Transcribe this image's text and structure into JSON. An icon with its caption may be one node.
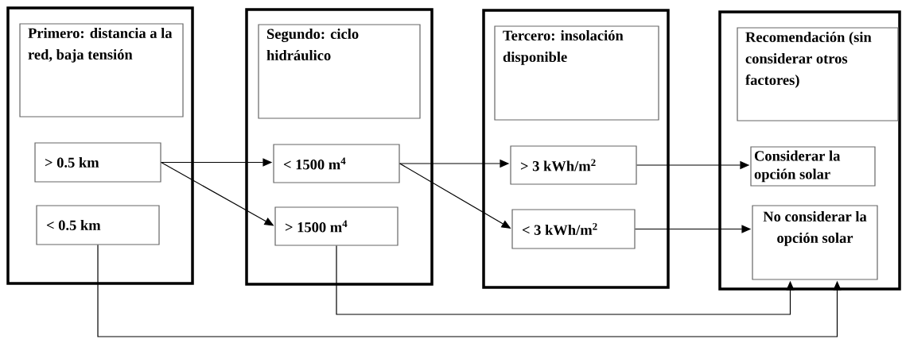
{
  "diagram": {
    "nodes": [
      {
        "text": [],
        "shape": "box"
      },
      {
        "text": [
          "Primero: distancia a la red, baja tensión"
        ],
        "in": 0
      },
      {
        "text": [
          "> 0.5 km"
        ],
        "in": 0
      },
      {
        "text": [
          "< 0.5 km"
        ],
        "in": 0
      },
      {
        "text": [],
        "shape": "box"
      },
      {
        "text": [
          "Segundo: ciclo hidráulico"
        ],
        "in": 4
      },
      {
        "text": [
          "< 1500 m$^{4}$"
        ],
        "in": 4
      },
      {
        "text": [
          "> 1500 m$^{4}$"
        ],
        "in": 4
      },
      {
        "text": [],
        "shape": "box"
      },
      {
        "text": [
          "Tercero: insolación disponible"
        ],
        "in": 8
      },
      {
        "text": [
          "> 3 kWh/m$^{2}$"
        ],
        "in": 8
      },
      {
        "text": [
          "< 3 kWh/m$^{2}$"
        ],
        "in": 8
      },
      {
        "text": [],
        "shape": "box"
      },
      {
        "text": [
          "Recomendación (sin considerar otros factores)"
        ],
        "in": 12
      },
      {
        "text": [
          "Considerar la opción solar"
        ],
        "in": 12
      },
      {
        "text": [
          "No considerar la opción solar"
        ],
        "in": 12
      }
    ],
    "edges": [
      {
        "from": 2,
        "to": 6,
        "arrow": "to"
      },
      {
        "from": 2,
        "to": 7,
        "arrow": "to"
      },
      {
        "from": 6,
        "to": 10,
        "arrow": "to"
      },
      {
        "from": 6,
        "to": 11,
        "arrow": "to"
      },
      {
        "from": 10,
        "to": 14,
        "arrow": "to"
      },
      {
        "from": 11,
        "to": 15,
        "arrow": "to"
      },
      {
        "from": 7,
        "to": 15,
        "arrow": "to"
      },
      {
        "from": 3,
        "to": 15,
        "arrow": "to"
      }
    ]
  }
}
